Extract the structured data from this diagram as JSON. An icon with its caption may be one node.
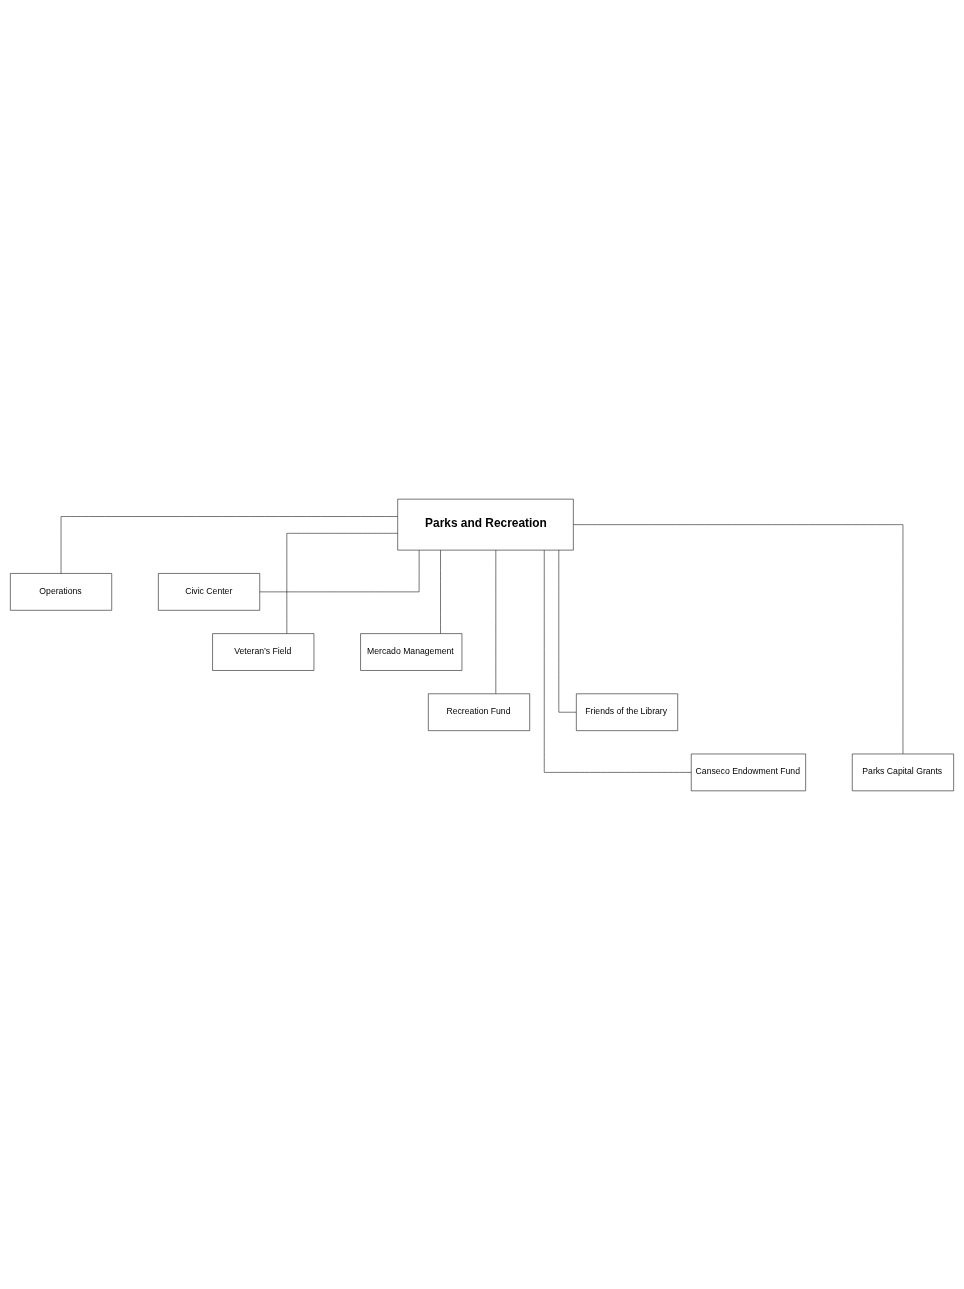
{
  "diagram": {
    "nodes": [
      {
        "text": [
          "Parks and Recreation"
        ]
      },
      {
        "text": [
          "Operations"
        ]
      },
      {
        "text": [
          "Civic Center"
        ]
      },
      {
        "text": [
          "Veteran’s Field"
        ]
      },
      {
        "text": [
          "Mercado Management"
        ]
      },
      {
        "text": [
          "Recreation Fund"
        ]
      },
      {
        "text": [
          "Friends of the Library"
        ]
      },
      {
        "text": [
          "Canseco Endowment Fund"
        ]
      },
      {
        "text": [
          "Parks Capital Grants"
        ]
      }
    ],
    "edges": [
      {
        "from": 0,
        "to": 1,
        "arrow": "none"
      },
      {
        "from": 0,
        "to": 2,
        "arrow": "none"
      },
      {
        "from": 0,
        "to": 3,
        "arrow": "none"
      },
      {
        "from": 0,
        "to": 4,
        "arrow": "none"
      },
      {
        "from": 0,
        "to": 5,
        "arrow": "none"
      },
      {
        "from": 0,
        "to": 6,
        "arrow": "none"
      },
      {
        "from": 0,
        "to": 7,
        "arrow": "none"
      },
      {
        "from": 0,
        "to": 8,
        "arrow": "none"
      }
    ]
  }
}
